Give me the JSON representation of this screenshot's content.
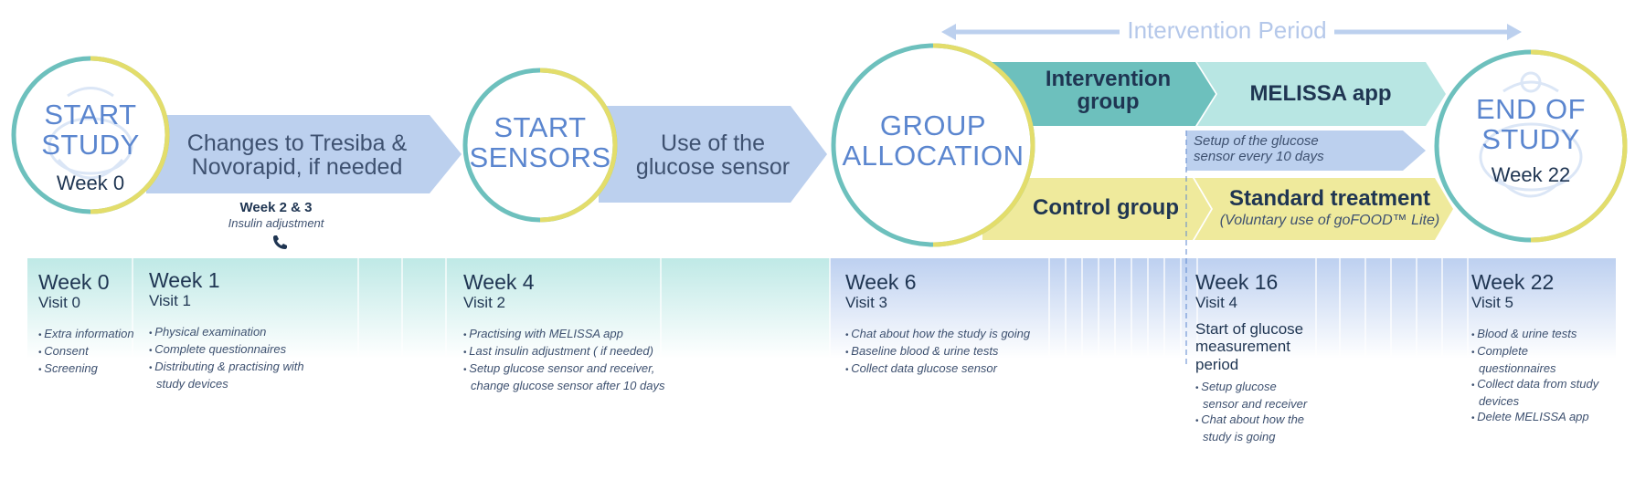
{
  "intervention_period": "Intervention Period",
  "start_study": {
    "title_line1": "START",
    "title_line2": "STUDY",
    "sub": "Week 0"
  },
  "arrow1": {
    "line1": "Changes to Tresiba &",
    "line2": "Novorapid, if needed"
  },
  "insulin_adj": {
    "title": "Week 2 & 3",
    "sub": "Insulin adjustment",
    "icon": "phone-icon"
  },
  "start_sensors": {
    "title_line1": "START",
    "title_line2": "SENSORS"
  },
  "arrow2": {
    "line1": "Use of the",
    "line2": "glucose sensor"
  },
  "group_allocation": {
    "title_line1": "GROUP",
    "title_line2": "ALLOCATION"
  },
  "intervention_group": {
    "line1": "Intervention",
    "line2": "group"
  },
  "melissa_app": "MELISSA app",
  "setup_sensor": {
    "line1": "Setup of the glucose",
    "line2": "sensor every 10 days"
  },
  "control_group": "Control group",
  "standard_treatment": {
    "title": "Standard treatment",
    "sub": "(Voluntary use of goFOOD™ Lite)"
  },
  "end_study": {
    "title_line1": "END OF",
    "title_line2": "STUDY",
    "sub": "Week 22"
  },
  "colors": {
    "teal": "#6dc0bd",
    "blue": "#5b86cf",
    "light_blue": "#bcd0ee",
    "yellow": "#efea9c",
    "light_teal": "#b8e6e3",
    "navy": "#1f3552"
  },
  "timeline": [
    {
      "week": "Week 0",
      "visit": "Visit 0",
      "items": [
        "Extra information",
        "Consent",
        "Screening"
      ]
    },
    {
      "week": "Week 1",
      "visit": "Visit 1",
      "items": [
        "Physical examination",
        "Complete questionnaires",
        "Distributing & practising with study devices"
      ]
    },
    {
      "week": "Week 4",
      "visit": "Visit 2",
      "items": [
        "Practising with MELISSA app",
        "Last insulin adjustment ( if needed)",
        "Setup glucose sensor and receiver, change glucose sensor after 10 days"
      ]
    },
    {
      "week": "Week 6",
      "visit": "Visit 3",
      "items": [
        "Chat about how the study is going",
        "Baseline blood & urine tests",
        "Collect data glucose sensor"
      ]
    },
    {
      "week": "Week 16",
      "visit": "Visit 4",
      "heading": "Start of glucose measurement period",
      "items": [
        "Setup glucose sensor and receiver",
        "Chat about how the study is going"
      ]
    },
    {
      "week": "Week 22",
      "visit": "Visit 5",
      "items": [
        "Blood & urine tests",
        "Complete questionnaires",
        "Collect data from study devices",
        "Delete MELISSA app"
      ]
    }
  ]
}
